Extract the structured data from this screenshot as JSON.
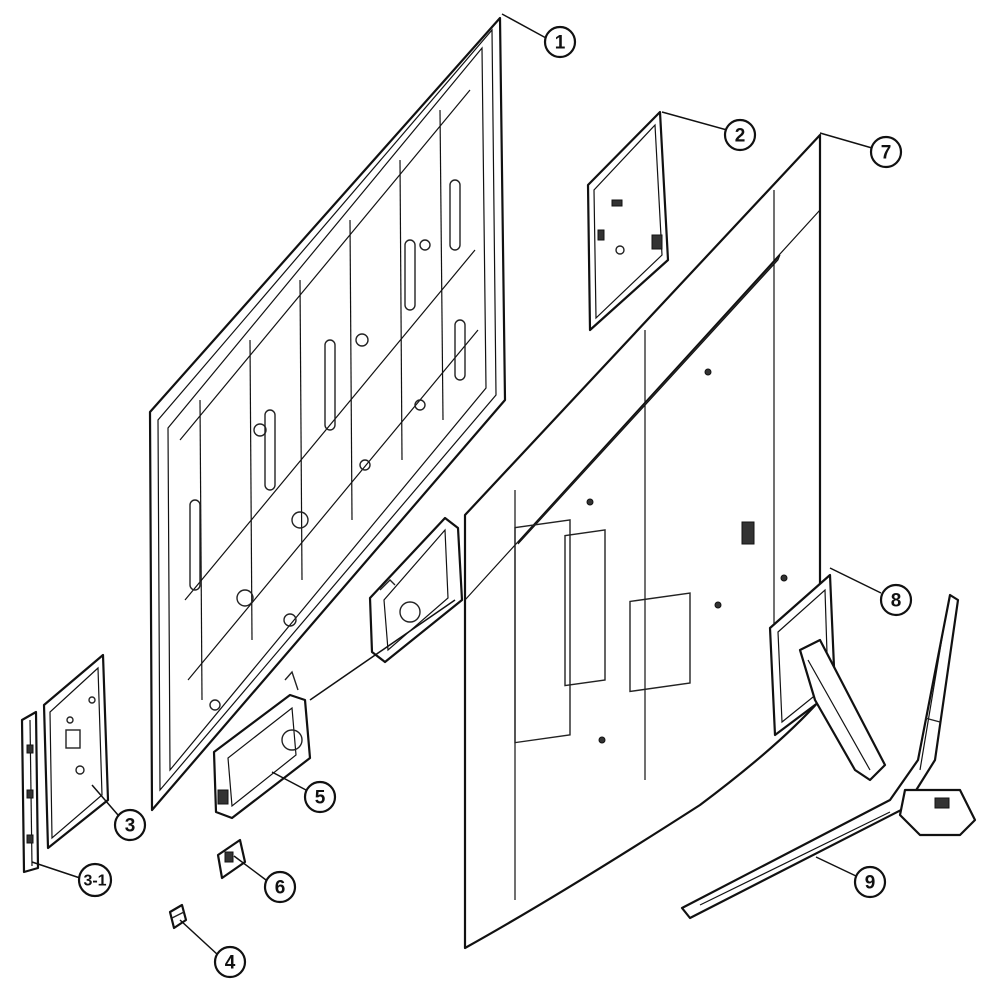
{
  "callouts": [
    {
      "id": "1",
      "label": "1"
    },
    {
      "id": "2",
      "label": "2"
    },
    {
      "id": "3",
      "label": "3"
    },
    {
      "id": "3-1",
      "label": "3-1"
    },
    {
      "id": "4",
      "label": "4"
    },
    {
      "id": "5",
      "label": "5"
    },
    {
      "id": "6",
      "label": "6"
    },
    {
      "id": "7",
      "label": "7"
    },
    {
      "id": "8",
      "label": "8"
    },
    {
      "id": "9",
      "label": "9"
    }
  ],
  "colors": {
    "line": "#111111",
    "background": "#ffffff"
  }
}
